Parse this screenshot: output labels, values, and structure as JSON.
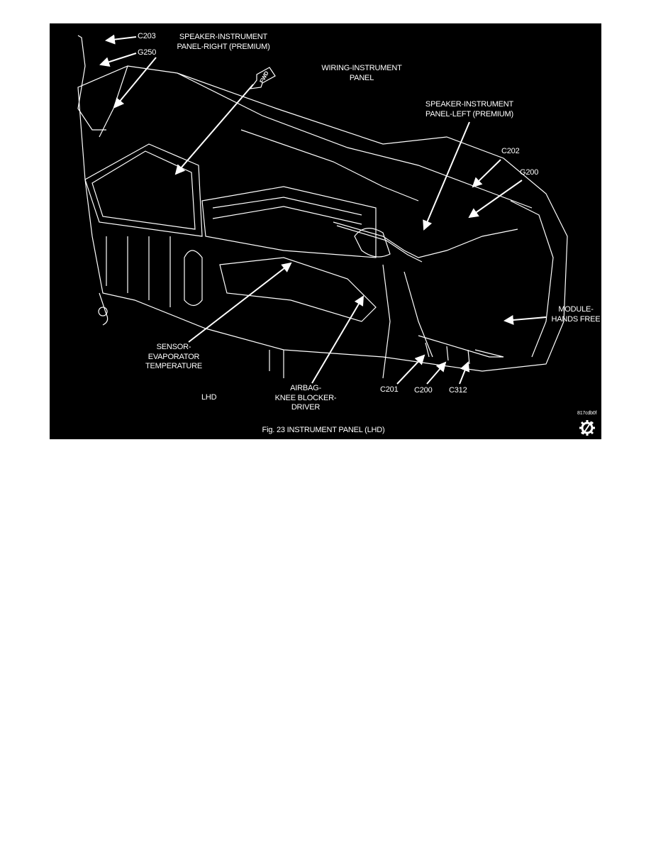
{
  "figure": {
    "caption": "Fig. 23   INSTRUMENT PANEL  (LHD)",
    "image_code": "817cdb0f",
    "orientation_label": "LHD",
    "fwd_marker": "FWD",
    "logo_icon": "gear-slash-icon",
    "colors": {
      "background": "#000000",
      "linework": "#ffffff"
    },
    "callouts": {
      "c203": "C203",
      "g250": "G250",
      "speaker_right": [
        "SPEAKER-INSTRUMENT",
        "PANEL-RIGHT (PREMIUM)"
      ],
      "wiring": [
        "WIRING-INSTRUMENT",
        "PANEL"
      ],
      "speaker_left": [
        "SPEAKER-INSTRUMENT",
        "PANEL-LEFT (PREMIUM)"
      ],
      "c202": "C202",
      "g200": "G200",
      "module": [
        "MODULE-",
        "HANDS FREE"
      ],
      "sensor": [
        "SENSOR-",
        "EVAPORATOR",
        "TEMPERATURE"
      ],
      "airbag": [
        "AIRBAG-",
        "KNEE BLOCKER-",
        "DRIVER"
      ],
      "c201": "C201",
      "c200": "C200",
      "c312": "C312"
    }
  }
}
